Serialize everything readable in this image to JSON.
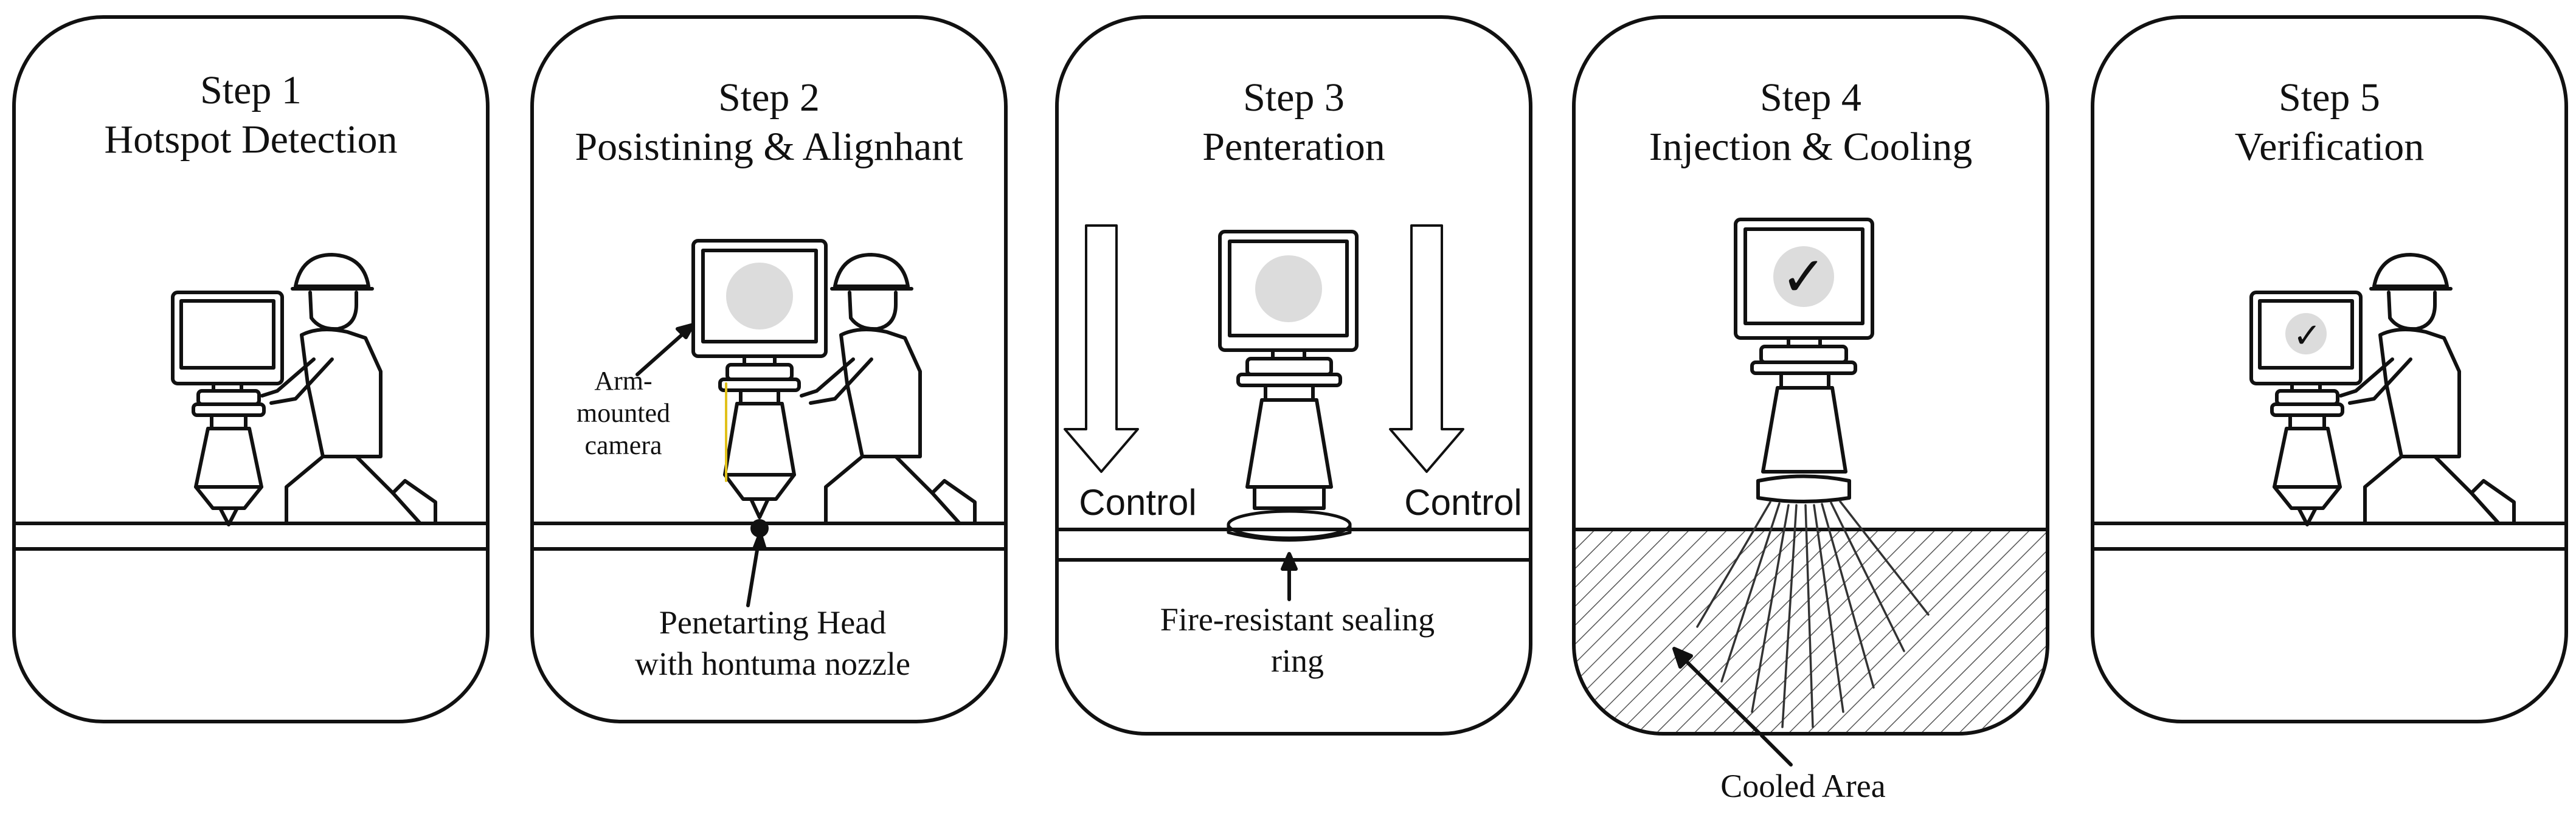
{
  "steps": [
    {
      "number": "Step 1",
      "name": "Hotspot Detection"
    },
    {
      "number": "Step 2",
      "name": "Posistining & Alignhant"
    },
    {
      "number": "Step 3",
      "name": "Penteration"
    },
    {
      "number": "Step 4",
      "name": "Injection & Cooling"
    },
    {
      "number": "Step 5",
      "name": "Verification"
    }
  ],
  "annotations": {
    "camera_line1": "Arm-",
    "camera_line2": "mounted",
    "camera_line3": "camera",
    "head_line1": "Penetarting Head",
    "head_line2": "with hontuma nozzle",
    "control": "Control",
    "ring_line1": "Fire-resistant sealing",
    "ring_line2": "ring",
    "cooled_area": "Cooled Area"
  },
  "icons": {
    "check": "✓"
  },
  "colors": {
    "line": "#111111",
    "screen_blank": "#ffffff",
    "screen_target": "#dcdcdc",
    "leader_accent": "#e1c11a"
  }
}
